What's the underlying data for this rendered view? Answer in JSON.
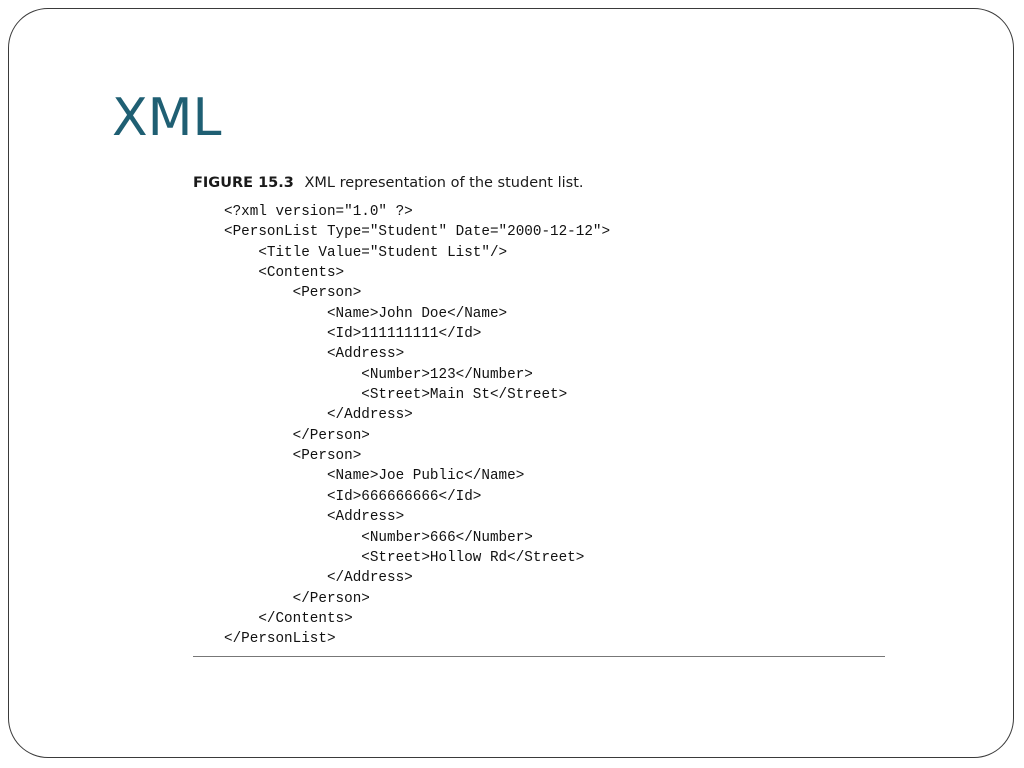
{
  "slide": {
    "title": "XML"
  },
  "figure": {
    "label": "FIGURE 15.3",
    "caption": "XML representation of the student list.",
    "code_lines": [
      "<?xml version=\"1.0\" ?>",
      "<PersonList Type=\"Student\" Date=\"2000-12-12\">",
      "    <Title Value=\"Student List\"/>",
      "    <Contents>",
      "        <Person>",
      "            <Name>John Doe</Name>",
      "            <Id>111111111</Id>",
      "            <Address>",
      "                <Number>123</Number>",
      "                <Street>Main St</Street>",
      "            </Address>",
      "        </Person>",
      "        <Person>",
      "            <Name>Joe Public</Name>",
      "            <Id>666666666</Id>",
      "            <Address>",
      "                <Number>666</Number>",
      "                <Street>Hollow Rd</Street>",
      "            </Address>",
      "        </Person>",
      "    </Contents>",
      "</PersonList>"
    ]
  },
  "colors": {
    "title": "#1f5f73",
    "frame": "#3a3a3a",
    "text": "#111111"
  }
}
